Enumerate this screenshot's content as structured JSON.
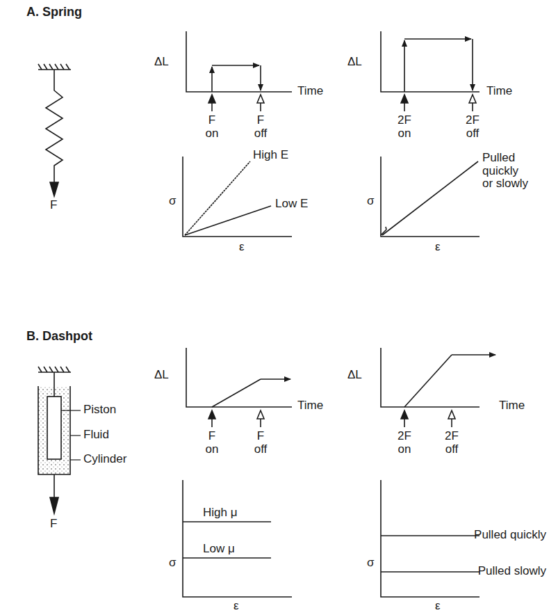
{
  "diagram": {
    "labels": [
      "A. Spring",
      "ΔL",
      "Time",
      "F on",
      "F off",
      "ΔL",
      "Time",
      "2F on",
      "2F off",
      "σ",
      "High E",
      "Low E",
      "ε",
      "σ",
      "Pulled quickly or slowly",
      "ε",
      "F",
      "B. Dashpot",
      "Piston",
      "Fluid",
      "Cylinder",
      "F",
      "ΔL",
      "Time",
      "F on",
      "F off",
      "ΔL",
      "Time",
      "2F on",
      "2F off",
      "σ",
      "High μ",
      "Low μ",
      "ε",
      "σ",
      "Pulled quickly",
      "Pulled slowly",
      "ε"
    ]
  }
}
